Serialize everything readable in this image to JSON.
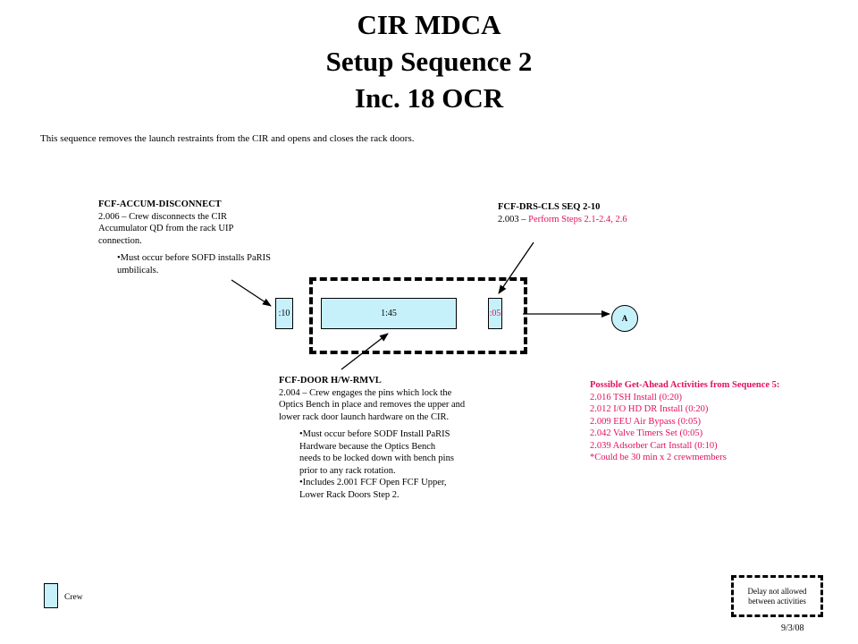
{
  "title": {
    "line1": "CIR MDCA",
    "line2": "Setup Sequence 2",
    "line3": "Inc. 18 OCR"
  },
  "intro": "This sequence removes the launch restraints from the CIR and opens and closes the rack doors.",
  "accum": {
    "header": "FCF-ACCUM-DISCONNECT",
    "line1": "2.006 – Crew disconnects the CIR",
    "line2": "Accumulator QD from the rack UIP",
    "line3": "connection.",
    "note1": "•Must occur before SOFD installs PaRIS",
    "note2": "umbilicals."
  },
  "drs": {
    "header": "FCF-DRS-CLS SEQ 2-10",
    "prefix": "2.003 – ",
    "pink": "Perform Steps 2.1-2.4, 2.6"
  },
  "boxes": {
    "b1": ":10",
    "b2": "1:45",
    "b3": ":05",
    "connector": "A"
  },
  "door": {
    "header": "FCF-DOOR H/W-RMVL",
    "line1": "2.004 – Crew engages the pins which lock the",
    "line2": "Optics Bench in place and removes the upper and",
    "line3": "lower rack door launch hardware on the CIR.",
    "n1": "•Must occur before SODF Install PaRIS",
    "n2": "Hardware because the Optics Bench",
    "n3": "needs to be locked down with bench pins",
    "n4": "prior to any rack rotation.",
    "n5": "•Includes 2.001 FCF Open FCF Upper,",
    "n6": "Lower Rack Doors Step 2."
  },
  "ahead": {
    "header": "Possible Get-Ahead Activities from Sequence 5:",
    "items": [
      "2.016 TSH Install (0:20)",
      "2.012 I/O HD DR Install (0:20)",
      "2.009 EEU Air Bypass (0:05)",
      "2.042 Valve Timers Set (0:05)",
      "2.039 Adsorber Cart Install (0:10)",
      "*Could be 30 min x 2 crewmembers"
    ]
  },
  "legend": {
    "crew": "Crew",
    "delay1": "Delay not allowed",
    "delay2": "between activities"
  },
  "date": "9/3/08",
  "colors": {
    "box_fill": "#c6f1fb",
    "highlight": "#e0115f"
  }
}
